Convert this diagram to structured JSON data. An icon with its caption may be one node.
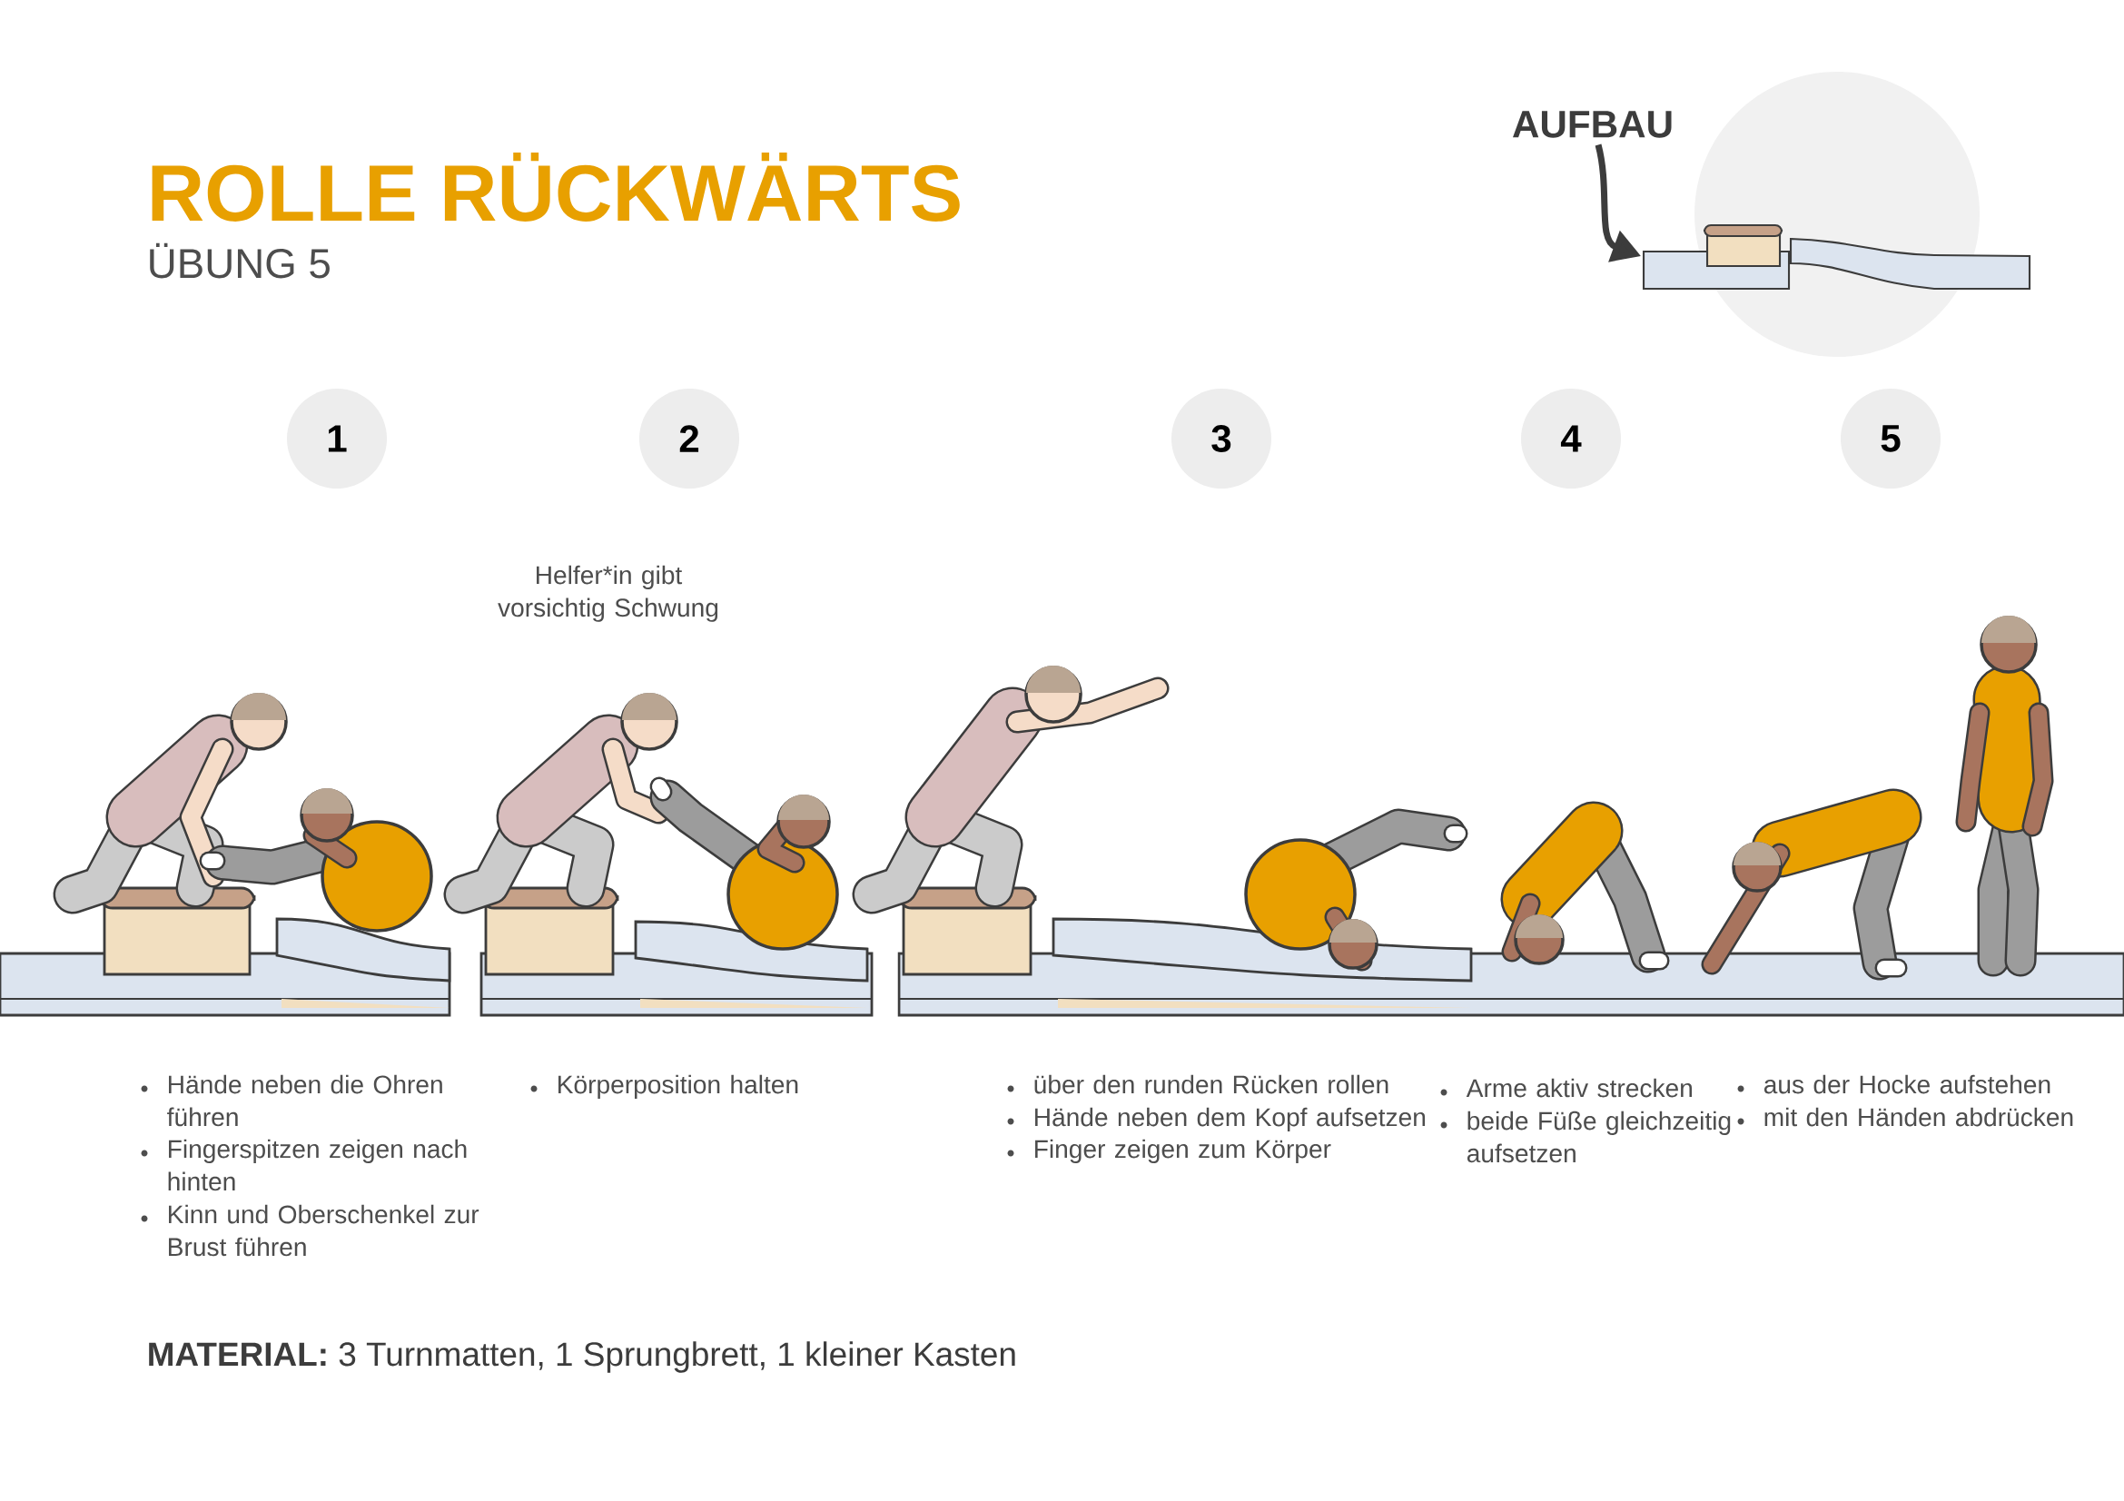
{
  "diagram": {
    "title": "ROLLE RÜCKWÄRTS",
    "nodes": [
      {
        "text": [
          "AUFBAU"
        ]
      },
      {
        "text": [],
        "shape": "picture"
      },
      {
        "text": [
          "1"
        ]
      },
      {
        "text": [
          "2"
        ]
      },
      {
        "text": [
          "3"
        ]
      },
      {
        "text": [
          "4"
        ]
      },
      {
        "text": [
          "5"
        ]
      }
    ],
    "edges": [
      {
        "from": 0,
        "to": 1,
        "arrow": "to"
      }
    ],
    "labels": [
      "ÜBUNG 5",
      "Helfer*in gibt vorsichtig Schwung",
      "Hände neben die Ohren führen",
      "Fingerspitzen zeigen nach hinten",
      "Kinn und Oberschenkel zur Brust führen",
      "Körperposition halten",
      "über den runden Rücken rollen",
      "Hände neben dem Kopf aufsetzen",
      "Finger zeigen zum Körper",
      "Arme aktiv strecken",
      "beide Füße gleichzeitig aufsetzen",
      "aus der Hocke aufstehen",
      "mit den Händen abdrücken",
      "**MATERIAL:** 3 Turnmatten, 1 Sprungbrett, 1 kleiner Kasten"
    ]
  }
}
